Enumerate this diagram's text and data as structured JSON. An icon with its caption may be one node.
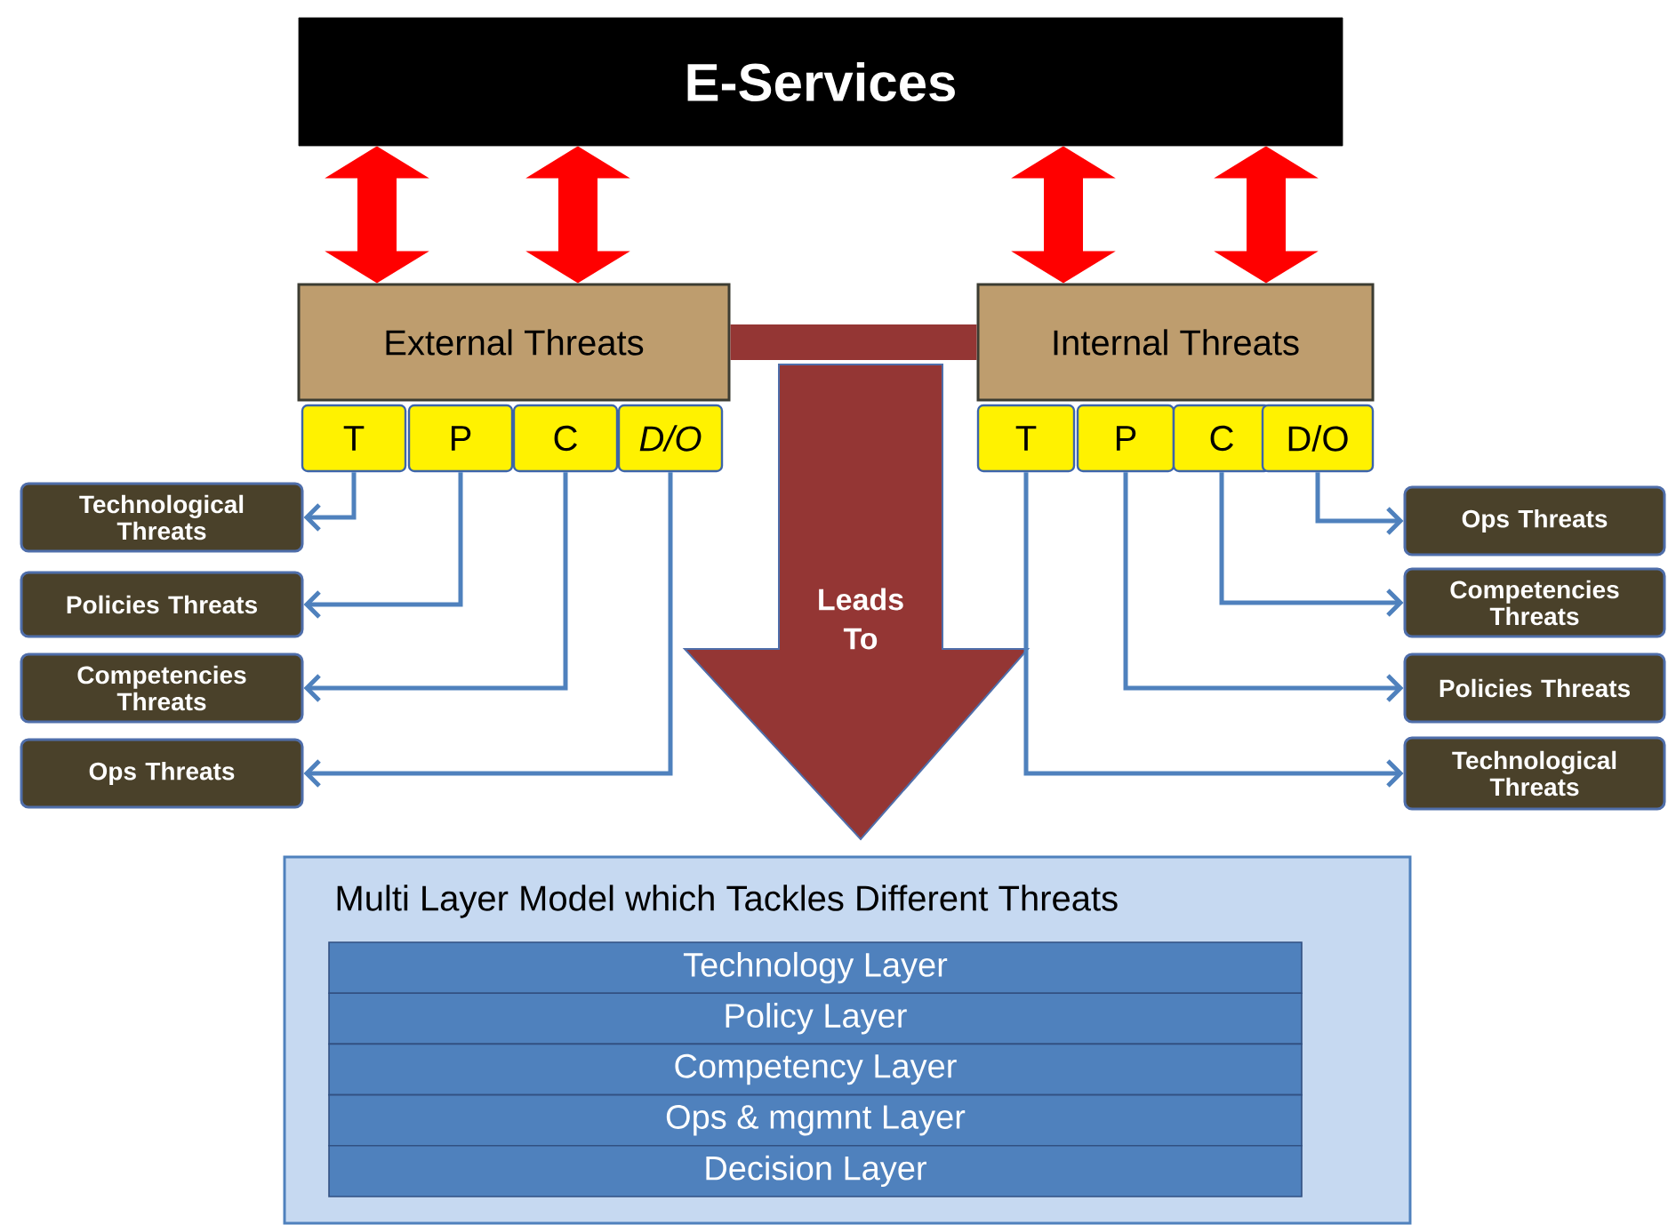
{
  "diagram": {
    "nodes": [
      {
        "text": [
          "E-Services"
        ]
      },
      {
        "text": [
          "External Threats"
        ]
      },
      {
        "text": [
          "Internal Threats"
        ]
      },
      {
        "text": [
          "T"
        ]
      },
      {
        "text": [
          "P"
        ]
      },
      {
        "text": [
          "C"
        ]
      },
      {
        "text": [
          "D/O"
        ]
      },
      {
        "text": [
          "T"
        ]
      },
      {
        "text": [
          "P"
        ]
      },
      {
        "text": [
          "C"
        ]
      },
      {
        "text": [
          "D/O"
        ]
      },
      {
        "text": [
          "Technological Threats"
        ]
      },
      {
        "text": [
          "Policies Threats"
        ]
      },
      {
        "text": [
          "Competencies Threats"
        ]
      },
      {
        "text": [
          "Ops Threats"
        ]
      },
      {
        "text": [
          "Ops Threats"
        ]
      },
      {
        "text": [
          "Competencies Threats"
        ]
      },
      {
        "text": [
          "Policies Threats"
        ]
      },
      {
        "text": [
          "Technological Threats"
        ]
      },
      {
        "text": [
          "Leads To"
        ]
      },
      {
        "text": [
          "Multi Layer Model which Tackles Different Threats"
        ]
      },
      {
        "text": [
          "Technology Layer"
        ],
        "in": 20
      },
      {
        "text": [
          "Policy Layer"
        ],
        "in": 20
      },
      {
        "text": [
          "Competency Layer"
        ],
        "in": 20
      },
      {
        "text": [
          "Ops & mgmnt Layer"
        ],
        "in": 20
      },
      {
        "text": [
          "Decision Layer"
        ],
        "in": 20
      }
    ],
    "edges": [
      {
        "from": 0,
        "to": 1,
        "arrow": "both",
        "style": "thick",
        "color": "#ff0000"
      },
      {
        "from": 0,
        "to": 1,
        "arrow": "both",
        "style": "thick",
        "color": "#ff0000"
      },
      {
        "from": 0,
        "to": 2,
        "arrow": "both",
        "style": "thick",
        "color": "#ff0000"
      },
      {
        "from": 0,
        "to": 2,
        "arrow": "both",
        "style": "thick",
        "color": "#ff0000"
      },
      {
        "from": 1,
        "to": 2,
        "arrow": "none",
        "style": "thick",
        "color": "#943634"
      },
      {
        "from": 3,
        "to": 11,
        "arrow": "to"
      },
      {
        "from": 4,
        "to": 12,
        "arrow": "to"
      },
      {
        "from": 5,
        "to": 13,
        "arrow": "to"
      },
      {
        "from": 6,
        "to": 14,
        "arrow": "to"
      },
      {
        "from": 10,
        "to": 15,
        "arrow": "to"
      },
      {
        "from": 9,
        "to": 16,
        "arrow": "to"
      },
      {
        "from": 8,
        "to": 17,
        "arrow": "to"
      },
      {
        "from": 7,
        "to": 18,
        "arrow": "to"
      }
    ]
  }
}
